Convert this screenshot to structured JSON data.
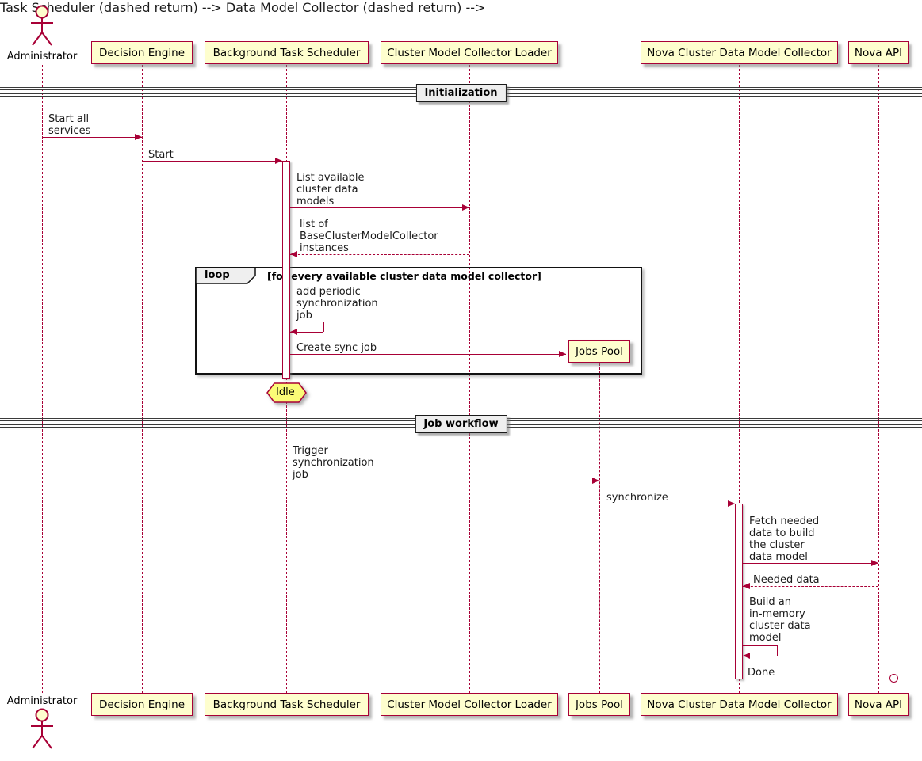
{
  "colors": {
    "accent": "#A80036",
    "participant_bg": "#FEFECE",
    "note_bg": "#FBFB77",
    "divider_label_bg": "#EEEEEE"
  },
  "actor": {
    "label": "Administrator"
  },
  "participants": {
    "decision_engine": "Decision Engine",
    "task_scheduler": "Background Task Scheduler",
    "collector_loader": "Cluster Model Collector Loader",
    "jobs_pool": "Jobs Pool",
    "data_model_collector": "Nova Cluster Data Model Collector",
    "nova_api": "Nova API"
  },
  "dividers": {
    "initialization": "Initialization",
    "job_workflow": "Job workflow"
  },
  "fragment": {
    "keyword": "loop",
    "condition": "[for every available cluster data model collector]"
  },
  "state": {
    "idle": "Idle"
  },
  "messages": {
    "start_all_services": "Start all\nservices",
    "start": "Start",
    "list_models": "List available\ncluster data\nmodels",
    "list_return": "list of\nBaseClusterModelCollector\ninstances",
    "add_job": "add periodic\nsynchronization\njob",
    "create_sync_job": "Create sync job",
    "trigger_job": "Trigger\nsynchronization\njob",
    "synchronize": "synchronize",
    "fetch_data": "Fetch needed\ndata to build\nthe cluster\ndata model",
    "needed_data": "Needed data",
    "build_model": "Build an\nin-memory\ncluster data\nmodel",
    "done": "Done"
  }
}
